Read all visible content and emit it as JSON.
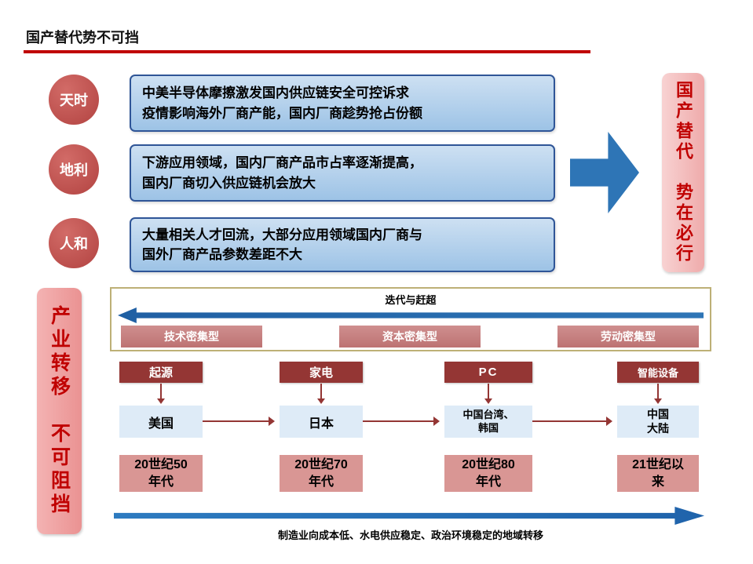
{
  "title": "国产替代势不可挡",
  "colors": {
    "accent_red": "#C00000",
    "circle_red": "#B24341",
    "blue_box_border": "#2F5597",
    "blue_box_fill": "#9DC3E6",
    "arrow_blue": "#2E75B6",
    "banner_pink": "#EFABAB",
    "banner_text_red": "#C00000",
    "khaki_border": "#BDB076",
    "rose_category": "#C47F7F",
    "dark_red_box": "#943634",
    "light_blue_box": "#DEEBF7",
    "pink_year_box": "#D99694"
  },
  "factors": [
    {
      "label": "天时",
      "line1": "中美半导体摩擦激发国内供应链安全可控诉求",
      "line2": "疫情影响海外厂商产能，国内厂商趁势抢占份额"
    },
    {
      "label": "地利",
      "line1": "下游应用领域，国内厂商产品市占率逐渐提高，",
      "line2": "国内厂商切入供应链机会放大"
    },
    {
      "label": "人和",
      "line1": "大量相关人才回流，大部分应用领域国内厂商与",
      "line2": "国外厂商产品参数差距不大"
    }
  ],
  "right_banner": "国产替代　势在必行",
  "left_banner": "产业转移　不可阻挡",
  "industry_transfer": {
    "iteration_label": "迭代与赶超",
    "categories": [
      "技术密集型",
      "资本密集型",
      "劳动密集型"
    ],
    "stages": [
      {
        "header": "起源",
        "region_line1": "美国",
        "period_line1": "20世纪50",
        "period_line2": "年代"
      },
      {
        "header": "家电",
        "region_line1": "日本",
        "period_line1": "20世纪70",
        "period_line2": "年代"
      },
      {
        "header": "PC",
        "region_line1": "中国台湾、",
        "region_line2": "韩国",
        "period_line1": "20世纪80",
        "period_line2": "年代"
      },
      {
        "header": "智能设备",
        "region_line1": "中国",
        "region_line2": "大陆",
        "period_line1": "21世纪以",
        "period_line2": "来"
      }
    ],
    "bottom_caption": "制造业向成本低、水电供应稳定、政治环境稳定的地域转移"
  }
}
